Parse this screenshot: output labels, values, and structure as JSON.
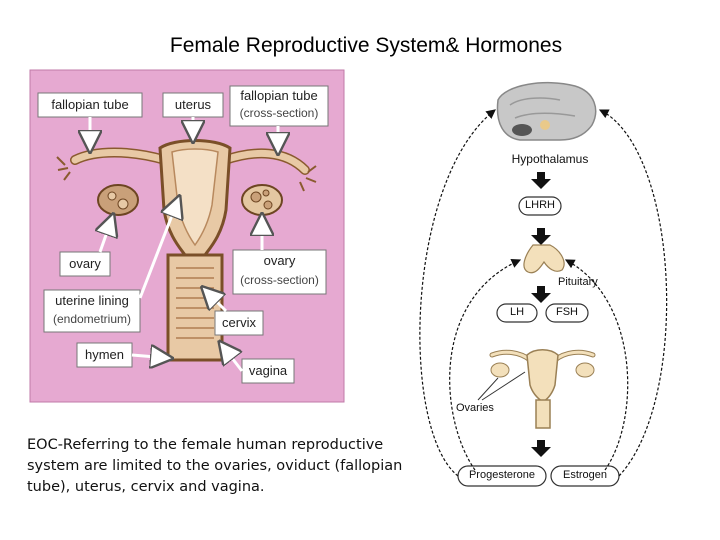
{
  "title": "Female Reproductive System& Hormones",
  "caption": "EOC-Referring to the female human reproductive system are limited to the ovaries, oviduct (fallopian tube), uterus, cervix and vagina.",
  "anatomy": {
    "fallopian_tube": "fallopian tube",
    "uterus": "uterus",
    "fallopian_tube_cs_1": "fallopian tube",
    "fallopian_tube_cs_2": "(cross-section)",
    "ovary": "ovary",
    "ovary_cs_1": "ovary",
    "ovary_cs_2": "(cross-section)",
    "uterine_lining_1": "uterine lining",
    "uterine_lining_2": "(endometrium)",
    "cervix": "cervix",
    "hymen": "hymen",
    "vagina": "vagina"
  },
  "hormones": {
    "hypothalamus": "Hypothalamus",
    "lhrh": "LHRH",
    "pituitary": "Pituitary",
    "lh": "LH",
    "fsh": "FSH",
    "ovaries": "Ovaries",
    "progesterone": "Progesterone",
    "estrogen": "Estrogen"
  }
}
